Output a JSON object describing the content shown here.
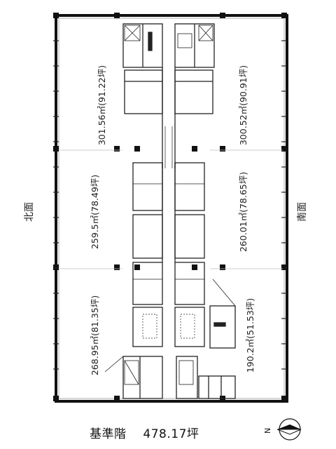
{
  "floor_label": "基準階",
  "total_area": "478.17坪",
  "sides": {
    "north": "北面",
    "south": "南面"
  },
  "areas": [
    {
      "label": "301.56㎡(91.22坪)"
    },
    {
      "label": "300.52㎡(90.91坪)"
    },
    {
      "label": "259.5㎡(78.49坪)"
    },
    {
      "label": "260.01㎡(78.65坪)"
    },
    {
      "label": "268.95㎡(81.35坪)"
    },
    {
      "label": "190.2㎡(51.53坪)"
    }
  ],
  "compass": {
    "north_label": "N"
  }
}
